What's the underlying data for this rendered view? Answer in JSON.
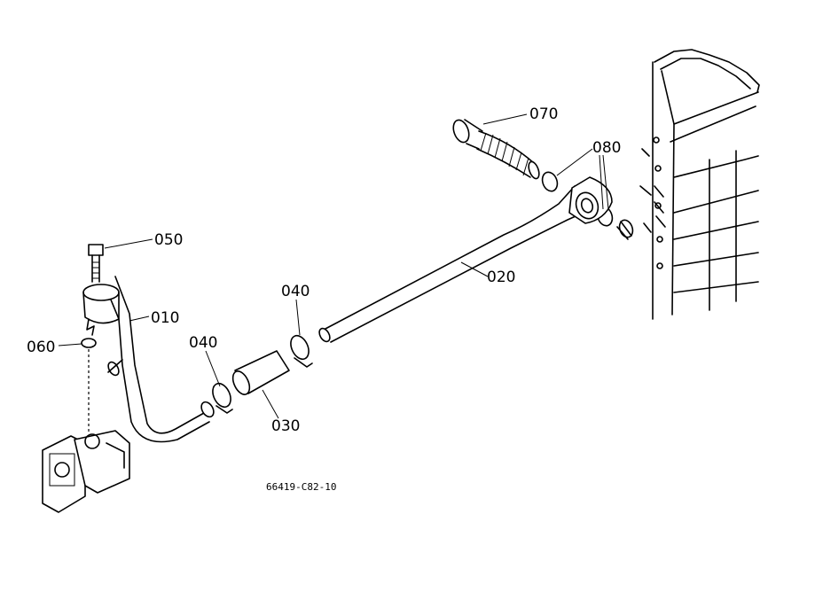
{
  "labels": {
    "p070": "070",
    "p080": "080",
    "p050": "050",
    "p010": "010",
    "p060": "060",
    "p040a": "040",
    "p040b": "040",
    "p030": "030",
    "p020": "020"
  },
  "drawing_code": "66419-C82-10"
}
